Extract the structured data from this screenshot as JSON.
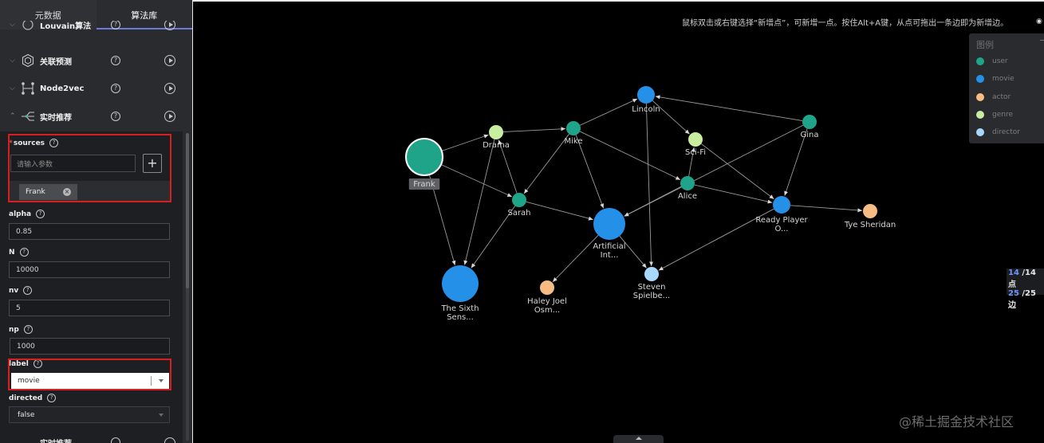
{
  "tabs": [
    {
      "label": "元数据",
      "active": false
    },
    {
      "label": "算法库",
      "active": true
    }
  ],
  "algorithms": [
    {
      "label": "Louvain算法",
      "expanded": false,
      "icon": "clustering-icon"
    },
    {
      "label": "关联预测",
      "expanded": false,
      "icon": "hexagon-network-icon"
    },
    {
      "label": "Node2vec",
      "expanded": false,
      "icon": "node-graph-icon"
    },
    {
      "label": "实时推荐",
      "expanded": true,
      "icon": "recommend-flow-icon"
    }
  ],
  "params": {
    "sources": {
      "label": "sources",
      "required": true,
      "placeholder": "请输入参数",
      "add_label": "+",
      "tags": [
        "Frank"
      ]
    },
    "alpha": {
      "label": "alpha",
      "value": "0.85"
    },
    "N": {
      "label": "N",
      "value": "10000"
    },
    "nv": {
      "label": "nv",
      "value": "5"
    },
    "np": {
      "label": "np",
      "value": "1000"
    },
    "label": {
      "label": "label",
      "value": "movie"
    },
    "directed": {
      "label": "directed",
      "value": "false"
    },
    "next_algorithm": {
      "label": "实时推荐"
    }
  },
  "canvas": {
    "hint": "鼠标双击或右键选择“新增点”，可新增一点。按住Alt+A键，从点可拖出一条边即为新增边。",
    "legend_title": "图例",
    "legend": [
      {
        "label": "user",
        "color": "#1fa389"
      },
      {
        "label": "movie",
        "color": "#2590e8"
      },
      {
        "label": "actor",
        "color": "#f6bc84"
      },
      {
        "label": "genre",
        "color": "#c8eea0"
      },
      {
        "label": "director",
        "color": "#a9d8ff"
      }
    ],
    "vertex_count": "14",
    "vertex_total": "/14 点",
    "edge_count": "25",
    "edge_total": "/25 边",
    "watermark": "@稀土掘金技术社区"
  },
  "graph": {
    "nodes": [
      {
        "id": "frank",
        "label": "Frank",
        "type": "user",
        "selected": true
      },
      {
        "id": "drama",
        "label": "Drama",
        "type": "genre"
      },
      {
        "id": "mike",
        "label": "Mike",
        "type": "user"
      },
      {
        "id": "lincoln",
        "label": "Lincoln",
        "type": "movie"
      },
      {
        "id": "scifi",
        "label": "Sci-Fi",
        "type": "genre"
      },
      {
        "id": "gina",
        "label": "Gina",
        "type": "user"
      },
      {
        "id": "sarah",
        "label": "Sarah",
        "type": "user"
      },
      {
        "id": "alice",
        "label": "Alice",
        "type": "user"
      },
      {
        "id": "ai",
        "label": "Artificial Int...",
        "type": "movie"
      },
      {
        "id": "ready",
        "label": "Ready Player O...",
        "type": "movie"
      },
      {
        "id": "tye",
        "label": "Tye Sheridan",
        "type": "actor"
      },
      {
        "id": "sixth",
        "label": "The Sixth Sens...",
        "type": "movie"
      },
      {
        "id": "haley",
        "label": "Haley Joel Osm...",
        "type": "actor"
      },
      {
        "id": "steven",
        "label": "Steven Spielbe...",
        "type": "director"
      }
    ],
    "edges": [
      [
        "frank",
        "drama"
      ],
      [
        "frank",
        "sarah"
      ],
      [
        "frank",
        "sixth"
      ],
      [
        "drama",
        "mike"
      ],
      [
        "drama",
        "sixth"
      ],
      [
        "mike",
        "lincoln"
      ],
      [
        "mike",
        "sarah"
      ],
      [
        "mike",
        "ai"
      ],
      [
        "mike",
        "alice"
      ],
      [
        "lincoln",
        "scifi"
      ],
      [
        "lincoln",
        "steven"
      ],
      [
        "gina",
        "lincoln"
      ],
      [
        "gina",
        "ready"
      ],
      [
        "gina",
        "ai"
      ],
      [
        "sarah",
        "drama"
      ],
      [
        "sarah",
        "sixth"
      ],
      [
        "sarah",
        "ai"
      ],
      [
        "alice",
        "scifi"
      ],
      [
        "alice",
        "ready"
      ],
      [
        "alice",
        "ai"
      ],
      [
        "scifi",
        "ready"
      ],
      [
        "ai",
        "haley"
      ],
      [
        "ai",
        "steven"
      ],
      [
        "ready",
        "tye"
      ],
      [
        "ready",
        "steven"
      ]
    ]
  }
}
